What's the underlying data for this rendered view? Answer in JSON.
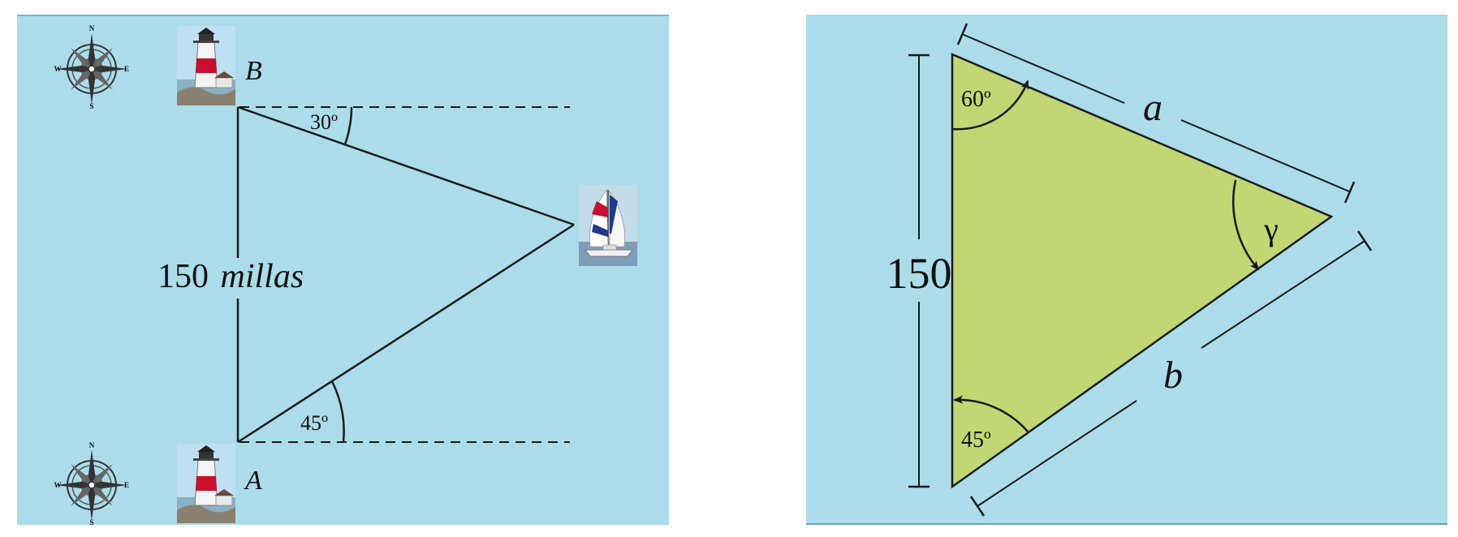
{
  "left_diagram": {
    "point_b": "B",
    "point_a": "A",
    "angle_top": "30º",
    "angle_bottom": "45º",
    "distance_number": "150",
    "distance_unit": "millas",
    "compass_north": "N",
    "compass_south": "S",
    "compass_east": "E",
    "compass_west": "W"
  },
  "right_diagram": {
    "side_left": "150",
    "side_top": "a",
    "side_bottom": "b",
    "angle_top": "60º",
    "angle_bottom": "45º",
    "angle_right": "γ"
  },
  "colors": {
    "background": "#acdcea",
    "triangle_fill": "#c0d774",
    "lines": "#1a1a1a"
  }
}
